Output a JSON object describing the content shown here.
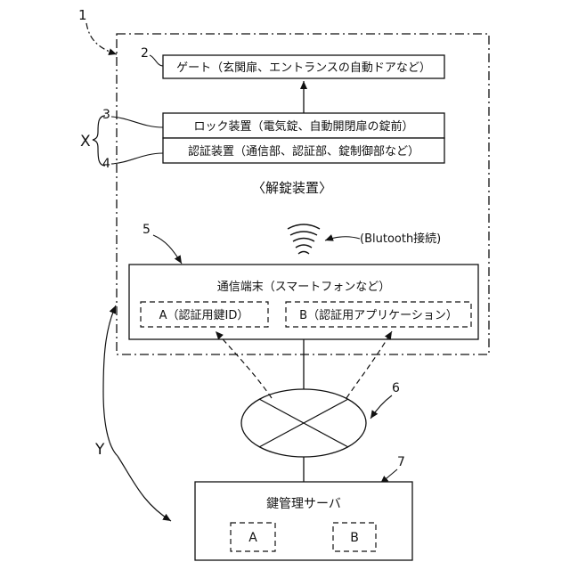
{
  "refs": {
    "r1": "1",
    "r2": "2",
    "r3": "3",
    "r4": "4",
    "r5": "5",
    "r6": "6",
    "r7": "7",
    "rx": "X",
    "ry": "Y"
  },
  "gate": {
    "label": "ゲート（玄関扉、エントランスの自動ドアなど）"
  },
  "lock": {
    "label": "ロック装置（電気錠、自動開閉扉の錠前）"
  },
  "auth": {
    "label": "認証装置（通信部、認証部、錠制御部など）"
  },
  "unlock_caption": "〈解錠装置〉",
  "bluetooth": {
    "label": "(Blutooth接続)"
  },
  "terminal": {
    "label": "通信端末（スマートフォンなど）",
    "item_a": "A（認証用鍵ID）",
    "item_b": "B（認証用アプリケーション）"
  },
  "server": {
    "label": "鍵管理サーバ",
    "item_a": "A",
    "item_b": "B"
  }
}
